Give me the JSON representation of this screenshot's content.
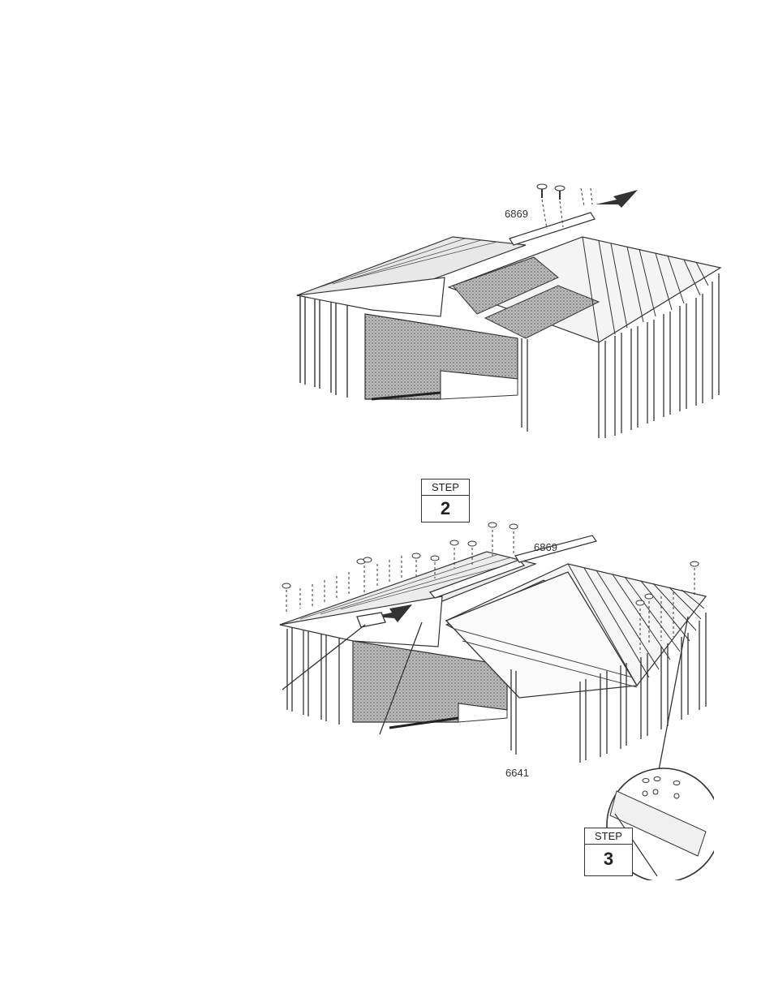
{
  "figure1": {
    "part_label": "6869"
  },
  "figure2": {
    "part_label_top": "6869",
    "part_label_bottom": "6641",
    "step_a": {
      "word": "STEP",
      "number": "2"
    },
    "step_b": {
      "word": "STEP",
      "number": "3"
    }
  }
}
